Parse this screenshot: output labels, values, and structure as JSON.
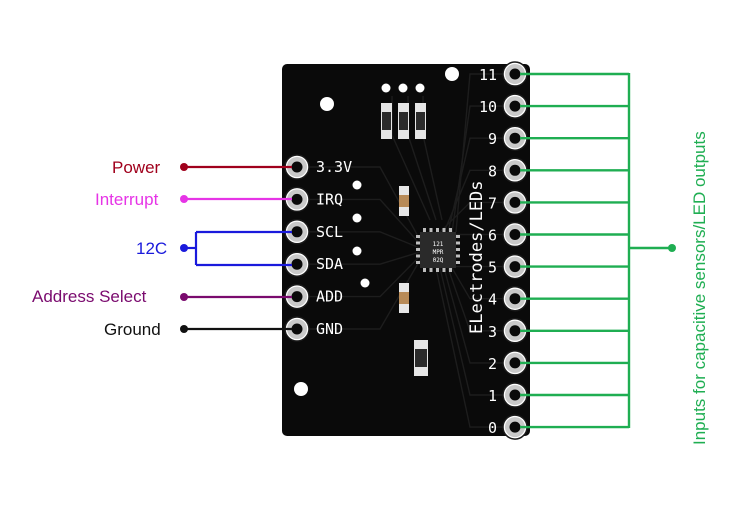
{
  "left_labels": [
    {
      "id": "power",
      "text": "Power",
      "color": "#a0001c"
    },
    {
      "id": "interrupt",
      "text": "Interrupt",
      "color": "#e634e6"
    },
    {
      "id": "i2c",
      "text": "12C",
      "color": "#1a1adc"
    },
    {
      "id": "address-select",
      "text": "Address Select",
      "color": "#7a0a6e"
    },
    {
      "id": "ground",
      "text": "Ground",
      "color": "#111111"
    }
  ],
  "board": {
    "pin_labels": [
      "3.3V",
      "IRQ",
      "SCL",
      "SDA",
      "ADD",
      "GND"
    ],
    "electrode_numbers": [
      "11",
      "10",
      "9",
      "8",
      "7",
      "6",
      "5",
      "4",
      "3",
      "2",
      "1",
      "0"
    ],
    "silkscreen_title": "ELectrodes/LEDs",
    "chip_marking": [
      "121",
      "MPR",
      "02Q"
    ],
    "board_color": "#0a0a0a",
    "pad_color": "#c9c9c9"
  },
  "right_label": {
    "text": "Inputs for capacitive sensors/LED outputs",
    "color": "#1fae52"
  }
}
